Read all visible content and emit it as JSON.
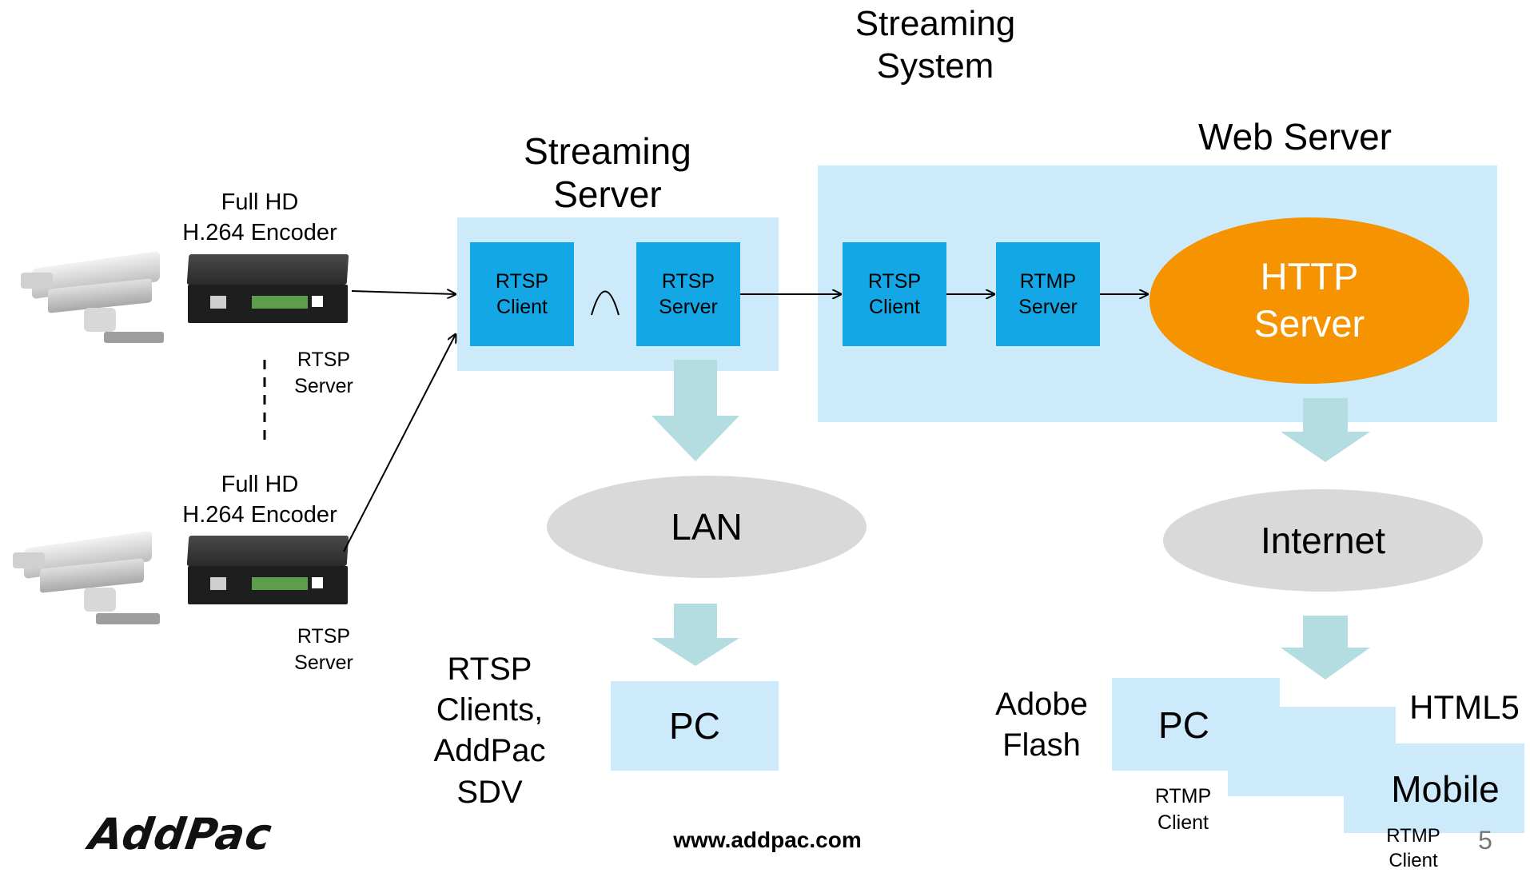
{
  "streaming_system_title": "Streaming System",
  "streaming_system_line1": "Streaming",
  "streaming_system_line2": "System",
  "streaming_server": {
    "line1": "Streaming",
    "line2": "Server"
  },
  "web_server_title": "Web Server",
  "encoder1": {
    "line1": "Full HD",
    "line2": "H.264 Encoder",
    "role_line1": "RTSP",
    "role_line2": "Server"
  },
  "encoder2": {
    "line1": "Full HD",
    "line2": "H.264 Encoder",
    "role_line1": "RTSP",
    "role_line2": "Server"
  },
  "boxes": {
    "ss_client": {
      "line1": "RTSP",
      "line2": "Client"
    },
    "ss_server": {
      "line1": "RTSP",
      "line2": "Server"
    },
    "ws_rtsp_client": {
      "line1": "RTSP",
      "line2": "Client"
    },
    "ws_rtmp_server": {
      "line1": "RTMP",
      "line2": "Server"
    }
  },
  "http_server": {
    "line1": "HTTP",
    "line2": "Server"
  },
  "lan": "LAN",
  "internet": "Internet",
  "pc_lan": "PC",
  "rtsp_clients": {
    "line1": "RTSP",
    "line2": "Clients,",
    "line3": "AddPac",
    "line4": "SDV"
  },
  "adobe_flash": {
    "line1": "Adobe",
    "line2": "Flash"
  },
  "pc_web": "PC",
  "html5": "HTML5",
  "mobile": "Mobile",
  "rtmp_client_pc": {
    "line1": "RTMP",
    "line2": "Client"
  },
  "rtmp_client_mobile": {
    "line1": "RTMP",
    "line2": "Client"
  },
  "logo_text": "AddPac",
  "url": "www.addpac.com",
  "page_number": "5",
  "colors": {
    "panel": "#cdeafb",
    "box": "#14a7e6",
    "http_oval": "#f59400",
    "gray_oval": "#d9d9d9",
    "arrow_fill": "#b3dde0"
  }
}
